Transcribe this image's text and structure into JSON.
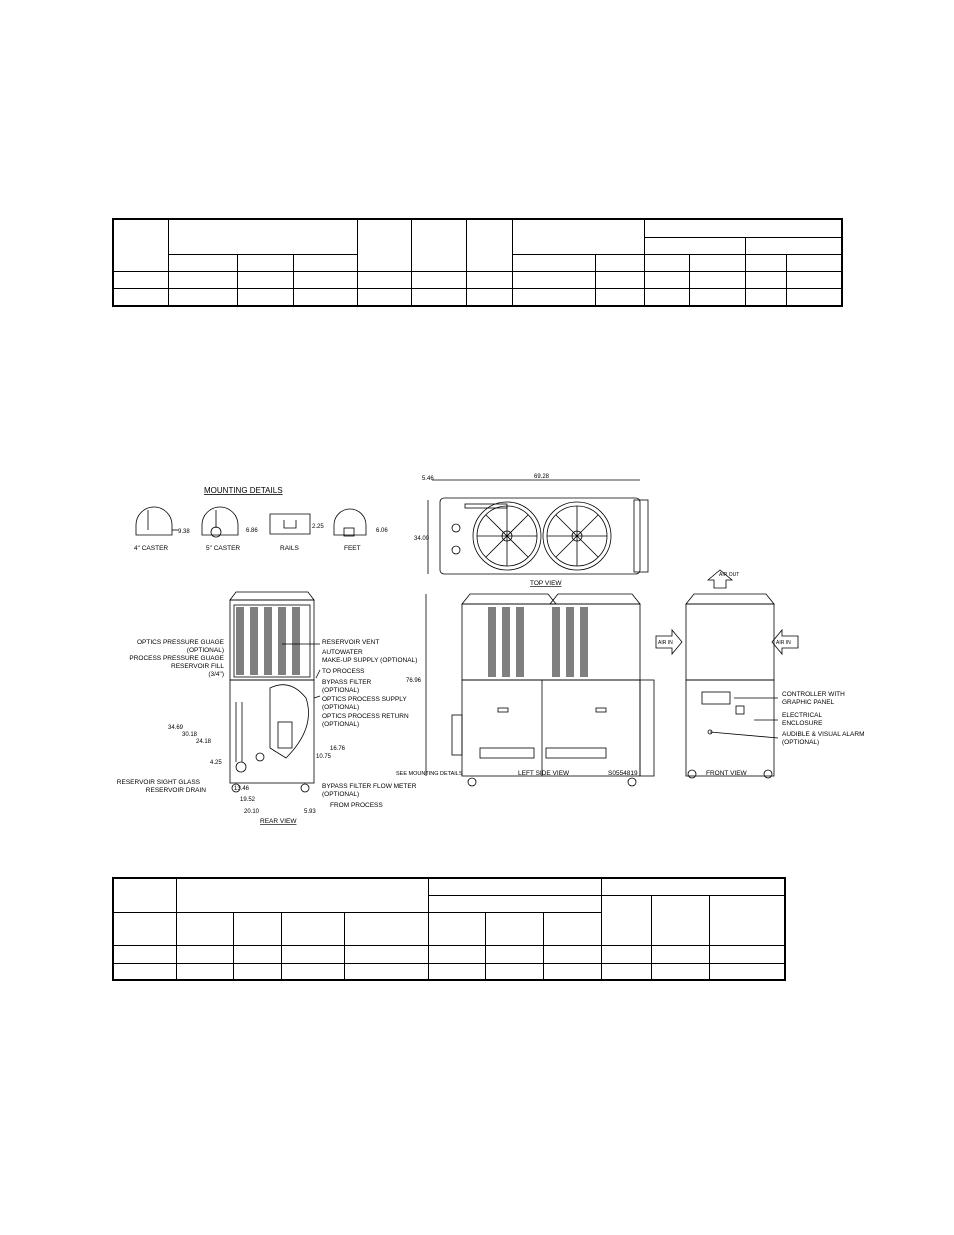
{
  "mounting": {
    "title": "MOUNTING DETAILS",
    "caster4": "4\" CASTER",
    "caster5": "5\" CASTER",
    "rails": "RAILS",
    "feet": "FEET",
    "dim_938": "9.38",
    "dim_686": "6.86",
    "dim_225": "2.25",
    "dim_606": "6.06"
  },
  "top_view": {
    "label": "TOP VIEW",
    "dim_546": "5.46",
    "dim_6928": "69.28",
    "dim_3400": "34.00"
  },
  "rear_view": {
    "label": "REAR VIEW",
    "optics_pressure_gauge": "OPTICS PRESSURE GUAGE",
    "optics_pressure_optional": "(OPTIONAL)",
    "process_pressure_gauge": "PROCESS PRESSURE GUAGE",
    "reservoir_fill": "RESERVOIR FILL",
    "reservoir_fill_size": "(3/4\")",
    "reservoir_vent": "RESERVOIR VENT",
    "autowater": "AUTOWATER",
    "makeup_supply": "MAKE-UP SUPPLY (OPTIONAL)",
    "to_process": "TO PROCESS",
    "bypass_filter": "BYPASS FILTER",
    "bypass_filter_optional": "(OPTIONAL)",
    "optics_process_supply": "OPTICS PROCESS SUPPLY",
    "optics_supply_optional": "(OPTIONAL)",
    "optics_process_return": "OPTICS PROCESS RETURN",
    "optics_return_optional": "(OPTIONAL)",
    "reservoir_sight_glass": "RESERVOIR SIGHT GLASS",
    "reservoir_drain": "RESERVOIR DRAIN",
    "bypass_flow_meter": "BYPASS FILTER FLOW METER",
    "bypass_flow_optional": "(OPTIONAL)",
    "from_process": "FROM PROCESS",
    "dim_3469": "34.69",
    "dim_3018": "30.18",
    "dim_2418": "24.18",
    "dim_425": "4.25",
    "dim_1346": "13.46",
    "dim_1952": "19.52",
    "dim_2010": "20.10",
    "dim_1676": "16.76",
    "dim_1075": "10.75",
    "dim_593": "5.93"
  },
  "left_side_view": {
    "label": "LEFT SIDE VIEW",
    "see_mounting": "SEE MOUNTING DETAILS",
    "dim_7696": "76.96",
    "drawing_no": "S0554819"
  },
  "front_view": {
    "label": "FRONT VIEW",
    "air_out": "AIR OUT",
    "air_in_left": "AIR IN",
    "air_in_right": "AIR IN",
    "controller": "CONTROLLER WITH",
    "graphic_panel": "GRAPHIC PANEL",
    "electrical": "ELECTRICAL",
    "enclosure": "ENCLOSURE",
    "alarm": "AUDIBLE & VISUAL ALARM",
    "alarm_optional": "(OPTIONAL)"
  }
}
